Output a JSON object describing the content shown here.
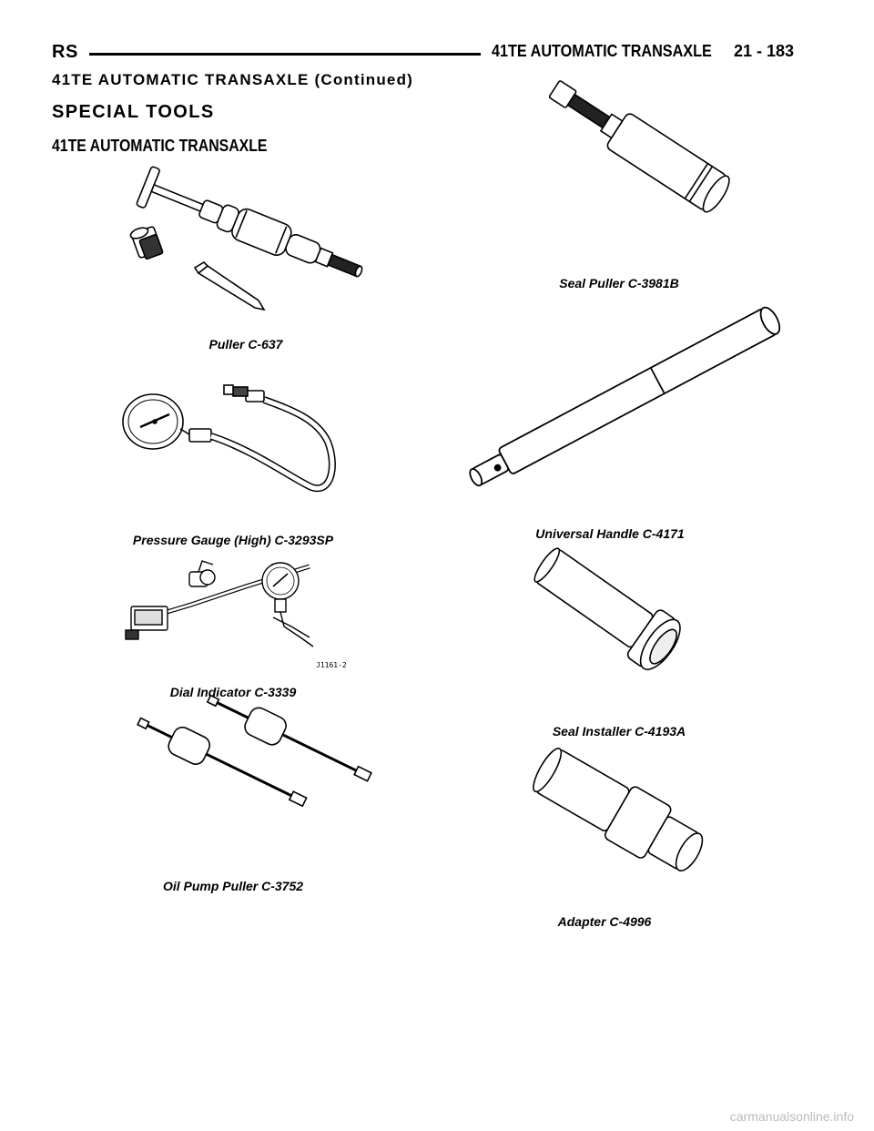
{
  "header": {
    "left": "RS",
    "title": "41TE AUTOMATIC TRANSAXLE",
    "page": "21 - 183"
  },
  "continued_heading": "41TE AUTOMATIC TRANSAXLE (Continued)",
  "section_title": "SPECIAL TOOLS",
  "subsection_title": "41TE AUTOMATIC TRANSAXLE",
  "figures": {
    "puller": {
      "caption": "Puller C-637"
    },
    "pressure_gauge": {
      "caption": "Pressure Gauge (High) C-3293SP"
    },
    "dial_indicator": {
      "caption": "Dial Indicator C-3339",
      "code": "J1161-2"
    },
    "oil_pump_puller": {
      "caption": "Oil Pump Puller C-3752"
    },
    "seal_puller": {
      "caption": "Seal Puller C-3981B"
    },
    "universal_handle": {
      "caption": "Universal Handle C-4171"
    },
    "seal_installer": {
      "caption": "Seal Installer C-4193A"
    },
    "adapter": {
      "caption": "Adapter C-4996"
    }
  },
  "watermark": "carmanualsonline.info"
}
